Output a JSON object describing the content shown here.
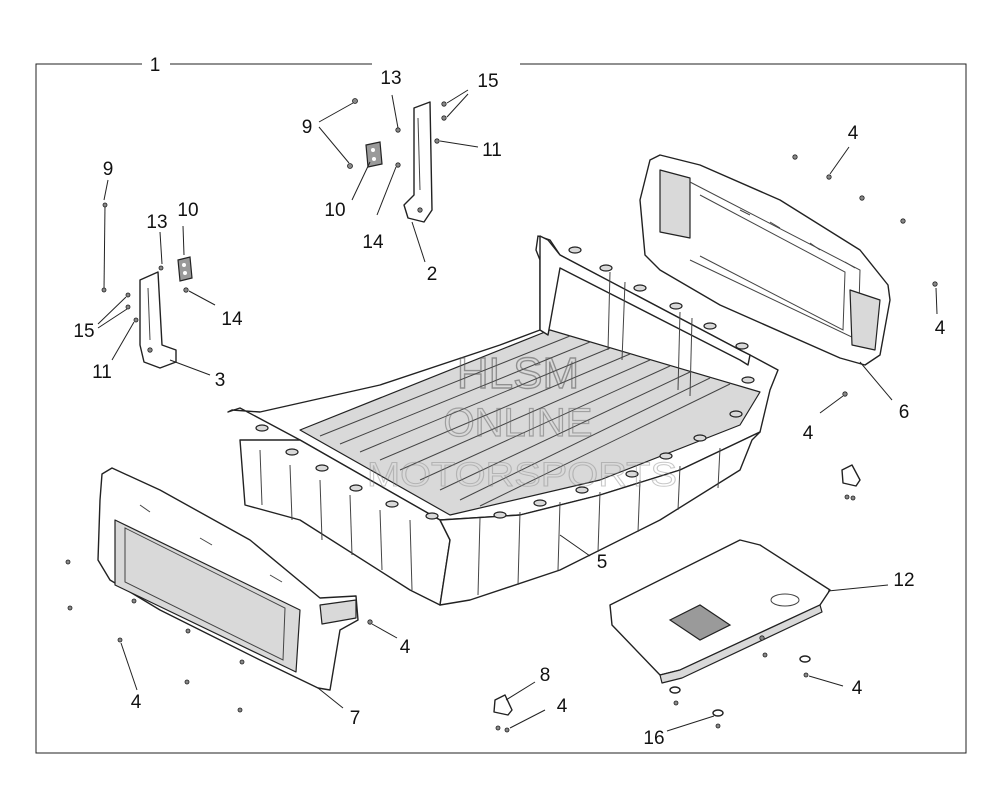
{
  "callouts": {
    "c1": "1",
    "c2": "2",
    "c3": "3",
    "c4a": "4",
    "c4b": "4",
    "c4c": "4",
    "c4d": "4",
    "c4e": "4",
    "c4f": "4",
    "c4g": "4",
    "c5": "5",
    "c6": "6",
    "c7": "7",
    "c8": "8",
    "c9a": "9",
    "c9b": "9",
    "c10a": "10",
    "c10b": "10",
    "c11a": "11",
    "c11b": "11",
    "c12": "12",
    "c13a": "13",
    "c13b": "13",
    "c14a": "14",
    "c14b": "14",
    "c15a": "15",
    "c15b": "15",
    "c16": "16"
  },
  "watermark": {
    "line1": "HLSM",
    "line2": "ONLINE",
    "line3": "MOTORSPORTS"
  }
}
